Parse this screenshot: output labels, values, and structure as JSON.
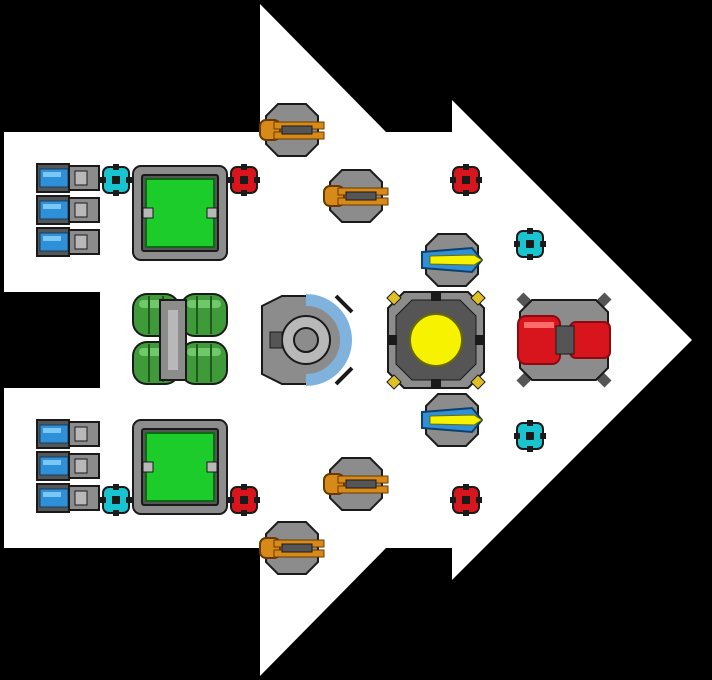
{
  "screen": {
    "background_color": "#000000",
    "hull_color": "#ffffff",
    "hull_shape": "double-arrow-ship-hull"
  },
  "palette": {
    "metal": "#8c8c8c",
    "metal_dark": "#555555",
    "metal_light": "#b8b8b8",
    "outline": "#1a1a1a",
    "blue": "#2f8fd8",
    "blue_light": "#7cc8f4",
    "cyan": "#18c4d0",
    "red": "#d8141c",
    "red_dark": "#8a0a10",
    "green": "#1ccc2a",
    "green_module": "#3f9a3a",
    "green_module_light": "#6fc86a",
    "orange": "#d88a18",
    "yellow": "#f6f200",
    "shield_blue": "#7fb2dc"
  },
  "parts": [
    {
      "id": "battery-pack-top",
      "name": "battery-pack-top",
      "kind": "battery",
      "color": "blue",
      "cells": 3
    },
    {
      "id": "battery-pack-bottom",
      "name": "battery-pack-bottom",
      "kind": "battery",
      "color": "blue",
      "cells": 3
    },
    {
      "id": "cargo-hold-top",
      "name": "cargo-hold-top",
      "kind": "cargo",
      "color": "green"
    },
    {
      "id": "cargo-hold-bottom",
      "name": "cargo-hold-bottom",
      "kind": "cargo",
      "color": "green"
    },
    {
      "id": "fuel-tank",
      "name": "fuel-tank",
      "kind": "fuel",
      "color": "green_module"
    },
    {
      "id": "shield-generator",
      "name": "shield-generator",
      "kind": "shield",
      "color": "shield_blue"
    },
    {
      "id": "reactor-core",
      "name": "reactor-core",
      "kind": "reactor",
      "color": "yellow"
    },
    {
      "id": "engine-thruster",
      "name": "engine-thruster",
      "kind": "engine",
      "color": "red"
    },
    {
      "id": "cannon-turret-1",
      "name": "cannon-turret",
      "kind": "cannon",
      "color": "orange"
    },
    {
      "id": "cannon-turret-2",
      "name": "cannon-turret",
      "kind": "cannon",
      "color": "orange"
    },
    {
      "id": "cannon-turret-3",
      "name": "cannon-turret",
      "kind": "cannon",
      "color": "orange"
    },
    {
      "id": "cannon-turret-4",
      "name": "cannon-turret",
      "kind": "cannon",
      "color": "orange"
    },
    {
      "id": "laser-turret-top",
      "name": "laser-turret",
      "kind": "laser",
      "color": "yellow"
    },
    {
      "id": "laser-turret-bottom",
      "name": "laser-turret",
      "kind": "laser",
      "color": "yellow"
    },
    {
      "id": "red-node-1",
      "name": "power-node-red",
      "kind": "node",
      "color": "red"
    },
    {
      "id": "red-node-2",
      "name": "power-node-red",
      "kind": "node",
      "color": "red"
    },
    {
      "id": "red-node-3",
      "name": "power-node-red",
      "kind": "node",
      "color": "red"
    },
    {
      "id": "red-node-4",
      "name": "power-node-red",
      "kind": "node",
      "color": "red"
    },
    {
      "id": "cyan-node-1",
      "name": "power-node-cyan",
      "kind": "node",
      "color": "cyan"
    },
    {
      "id": "cyan-node-2",
      "name": "power-node-cyan",
      "kind": "node",
      "color": "cyan"
    },
    {
      "id": "cyan-node-3",
      "name": "power-node-cyan",
      "kind": "node",
      "color": "cyan"
    },
    {
      "id": "cyan-node-4",
      "name": "power-node-cyan",
      "kind": "node",
      "color": "cyan"
    }
  ]
}
